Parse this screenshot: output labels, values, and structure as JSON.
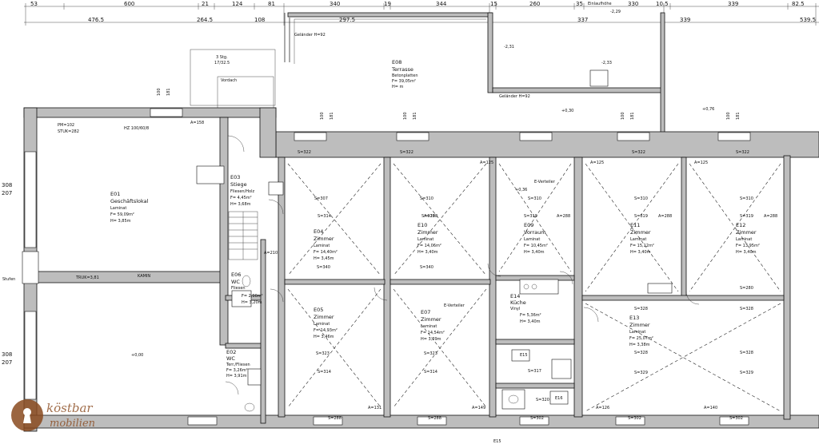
{
  "dimensions_top": [
    "53",
    "600",
    "21",
    "124",
    "81",
    "340",
    "19",
    "344",
    "15",
    "260",
    "35",
    "330",
    "10.5",
    "339",
    "82.5"
  ],
  "dimensions_second": [
    "476.5",
    "264.5",
    "108",
    "297.5",
    "337",
    "339",
    "539.5"
  ],
  "labels": {
    "gelaender_top": "Geländer H=92",
    "gelaender_right": "Geländer H=92",
    "einlaufhoehe": "Einlaufhöhe",
    "level_229": "-2,29",
    "level_231": "-2,31",
    "level_233": "-2,33",
    "level_030": "+0,30",
    "level_076": "+0,76",
    "level_000": "+0,00",
    "level_036": "+0,36",
    "stg": "3 Stg.",
    "stg_dim": "17/32.5",
    "vordach": "Vordach",
    "kamin": "KAMIN",
    "stufen": "Stufen",
    "window_100": "100",
    "window_181": "181",
    "pm102": "PM=102",
    "stuk282": "STUK=282",
    "hz": "HZ 100/60/8",
    "truk": "TRUK=3,81",
    "left_308a": "308",
    "left_207a": "207",
    "left_308b": "308",
    "left_207b": "207",
    "e15": "E15",
    "e16": "E16",
    "e_verteiler": "E-Verteiler",
    "s_dims": [
      "S=307",
      "S=314",
      "S=340",
      "S=310",
      "S=319",
      "S=322",
      "S=323",
      "S=280",
      "S=288",
      "S=302",
      "S=317",
      "S=320",
      "S=328",
      "S=329"
    ],
    "a_dims": [
      "A=158",
      "A=125",
      "A=288",
      "A=210",
      "A=131",
      "A=149",
      "A=140",
      "A=126"
    ]
  },
  "rooms": [
    {
      "id": "E01",
      "name": "Geschäftslokal",
      "floor": "Laminat",
      "area": "F=  59,09m²",
      "height": "H=   3,85m"
    },
    {
      "id": "E02",
      "name": "WC",
      "floor": "Terr./Fliesen",
      "area": "F=  3,26m²",
      "height": "H=  3,91m"
    },
    {
      "id": "E03",
      "name": "Stiege",
      "floor": "Fliesen/Holz",
      "area": "F=   4,45m²",
      "height": "H=   3,68m"
    },
    {
      "id": "E04",
      "name": "Zimmer",
      "floor": "Laminat",
      "area": "F=  14,40m²",
      "height": "H=   3,45m"
    },
    {
      "id": "E05",
      "name": "Zimmer",
      "floor": "Laminat",
      "area": "F=  14,93m²",
      "height": "H=   3,46m"
    },
    {
      "id": "E06",
      "name": "WC",
      "floor": "Fliesen",
      "area": "F=  2,90m²",
      "height": "H=  3,20m"
    },
    {
      "id": "E07",
      "name": "Zimmer",
      "floor": "Laminat",
      "area": "F=  14,54m²",
      "height": "H=   3,39m"
    },
    {
      "id": "E08",
      "name": "Terrasse",
      "floor": "Betonplatten",
      "area": "F=  39,05m²",
      "height": "H=       m"
    },
    {
      "id": "E09",
      "name": "Vorraum",
      "floor": "Laminat",
      "area": "F=  10,45m²",
      "height": "H=   3,40m"
    },
    {
      "id": "E10",
      "name": "Zimmer",
      "floor": "Laminat",
      "area": "F=  14,06m²",
      "height": "H=   3,40m"
    },
    {
      "id": "E11",
      "name": "Zimmer",
      "floor": "Laminat",
      "area": "F=  15,12m²",
      "height": "H=   3,40m"
    },
    {
      "id": "E12",
      "name": "Zimmer",
      "floor": "Laminat",
      "area": "F=  13,95m²",
      "height": "H=   3,40m"
    },
    {
      "id": "E13",
      "name": "Zimmer",
      "floor": "Laminat",
      "area": "F=  25,07m²",
      "height": "H=   3,38m"
    },
    {
      "id": "E14",
      "name": "Küche",
      "floor": "Vinyl",
      "area": "F=   5,36m²",
      "height": "H=   3,40m"
    }
  ],
  "logo": {
    "line1": "köstbar",
    "line2": "mobilien"
  },
  "colors": {
    "wall": "#bdbdbd",
    "line": "#111111",
    "background": "#ffffff",
    "logo": "#8a4a1f"
  }
}
